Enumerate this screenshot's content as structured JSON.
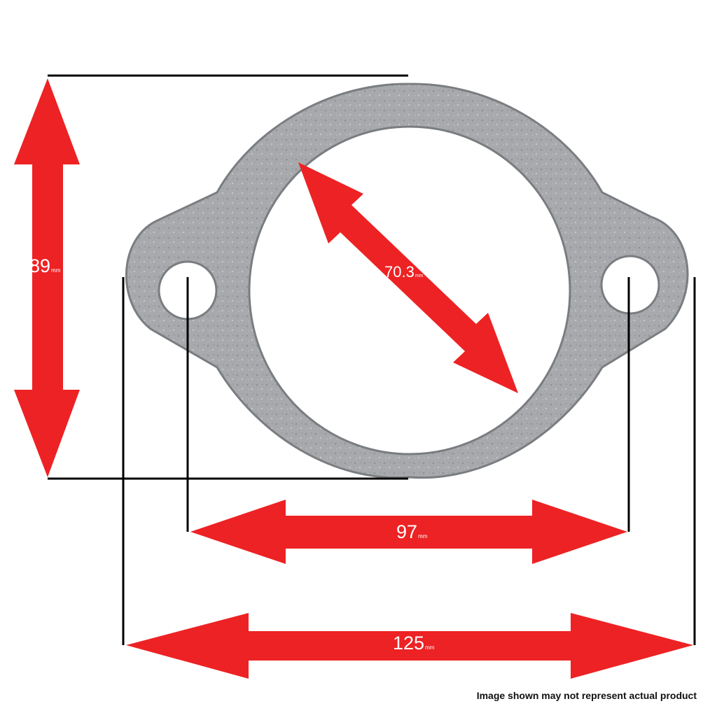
{
  "diagram": {
    "part": "exhaust-flange-gasket",
    "colors": {
      "arrow": "#ed2224",
      "gasket_fill": "#a7a9ac",
      "gasket_edge": "#7a7d80",
      "leader_line": "#000000",
      "label_text": "#ffffff"
    },
    "dimensions": {
      "height": {
        "value": "89",
        "unit": "mm"
      },
      "bore_diameter": {
        "value": "70.3",
        "unit": "mm"
      },
      "bolt_spacing": {
        "value": "97",
        "unit": "mm"
      },
      "overall_width": {
        "value": "125",
        "unit": "mm"
      }
    },
    "disclaimer": "Image shown may not represent actual product"
  }
}
